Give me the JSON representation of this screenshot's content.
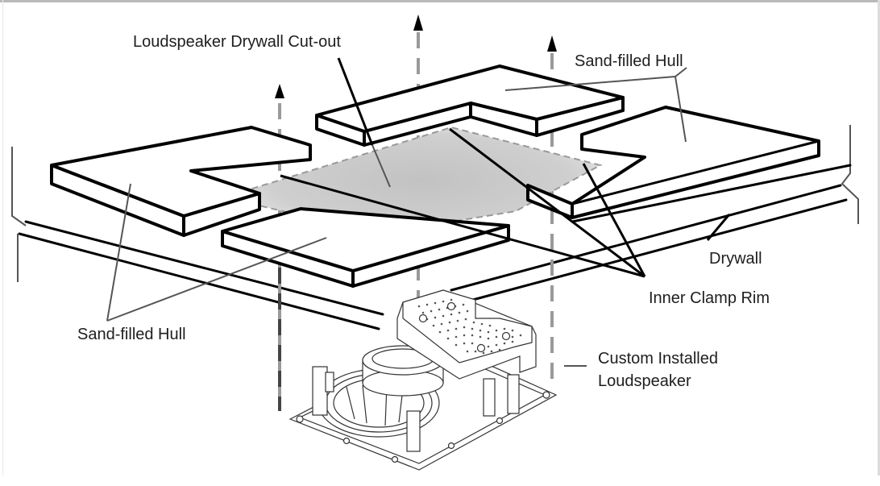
{
  "diagram": {
    "title": "Custom in-wall loudspeaker installation exploded view",
    "labels": {
      "cutout": "Loudspeaker Drywall Cut-out",
      "hull_top_right": "Sand-filled Hull",
      "hull_bottom_left": "Sand-filled Hull",
      "drywall": "Drywall",
      "inner_clamp_rim": "Inner Clamp Rim",
      "loudspeaker_line1": "Custom Installed",
      "loudspeaker_line2": "Loudspeaker"
    },
    "components": [
      {
        "id": "hull-left",
        "name": "Sand-filled Hull (left section)"
      },
      {
        "id": "hull-back",
        "name": "Sand-filled Hull (back section)"
      },
      {
        "id": "hull-right",
        "name": "Sand-filled Hull (right section)"
      },
      {
        "id": "hull-front",
        "name": "Sand-filled Hull (front section)"
      },
      {
        "id": "cutout",
        "name": "Loudspeaker Drywall Cut-out"
      },
      {
        "id": "drywall",
        "name": "Drywall"
      },
      {
        "id": "clamp-rim",
        "name": "Inner Clamp Rim"
      },
      {
        "id": "loudspeaker",
        "name": "Custom Installed Loudspeaker"
      }
    ],
    "colors": {
      "line": "#000000",
      "leader": "#555555",
      "cutout_fill": "#c8c8c8",
      "dash": "#9a9a9a",
      "text": "#1e1e1e"
    }
  }
}
